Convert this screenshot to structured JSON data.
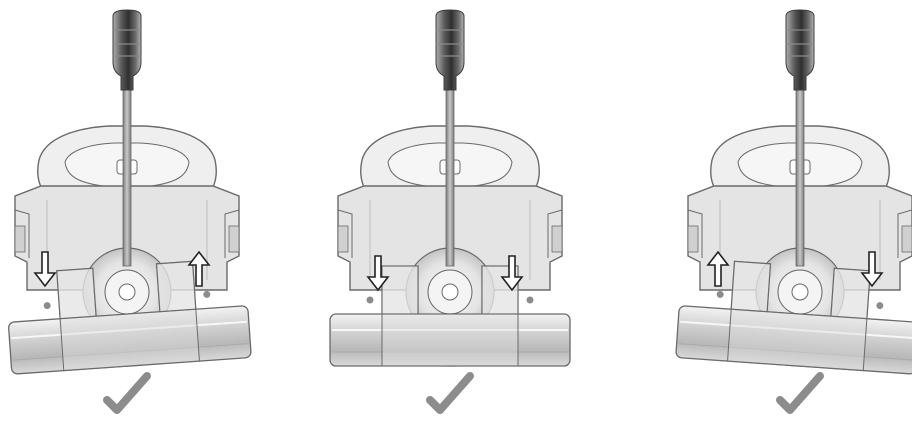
{
  "figure": {
    "panels": [
      {
        "id": "left",
        "tilt_deg": -4,
        "arrows": [
          "down",
          "up"
        ],
        "status": "check-icon"
      },
      {
        "id": "center",
        "tilt_deg": 0,
        "arrows": [
          "down",
          "down"
        ],
        "status": "check-icon"
      },
      {
        "id": "right",
        "tilt_deg": 4,
        "arrows": [
          "up",
          "down"
        ],
        "status": "check-icon"
      }
    ]
  },
  "colors": {
    "outline": "#6a6a6a",
    "body_fill": "#e4e4e4",
    "body_fill_light": "#efefef",
    "shadow": "#bdbdbd",
    "handle_dark": "#3c3c3c",
    "handle_mid": "#8a8a8a",
    "arrow_stroke": "#222222",
    "check": "#8c8c8c"
  }
}
